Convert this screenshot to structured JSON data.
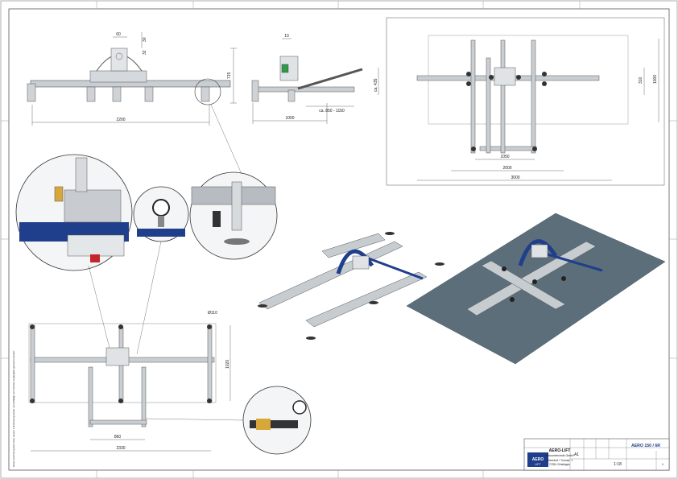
{
  "dimensions": {
    "front": {
      "d60": "60",
      "d30": "30",
      "d32": "32",
      "d715": "715",
      "d2200": "2200"
    },
    "side": {
      "d10": "10",
      "d435": "ca. 435",
      "d850": "ca. 850 - 1150",
      "d1000": "1000"
    },
    "top_right": {
      "d310": "310",
      "d1000": "1000",
      "d1050": "1050",
      "d2000": "2000",
      "d3000": "3000"
    },
    "bottom_left": {
      "d110": "Ø110",
      "d1020": "1020",
      "d860": "860",
      "d2330": "2330"
    }
  },
  "side_note": "Diese Zeichnung darf ohne unsere Zustimmung weder vervielfältigt noch Dritten zugänglich gemacht werden",
  "title_block": {
    "company": "AERO-LIFT",
    "company_sub": "Vakuumtechnik GmbH",
    "street": "Birkenhof / Turmstr. 1",
    "city": "72351 Geislingen",
    "product": "AERO 150 / 6R",
    "format": "A1",
    "scale": "1:18",
    "logo_text": "AERO",
    "logo_sub": "LIFT",
    "sheet": "1"
  },
  "colors": {
    "frame": "#888888",
    "steel": "#b9bec4",
    "blue": "#1f3f8c",
    "green": "#2f9a4a",
    "plate": "#5b6e7a"
  }
}
